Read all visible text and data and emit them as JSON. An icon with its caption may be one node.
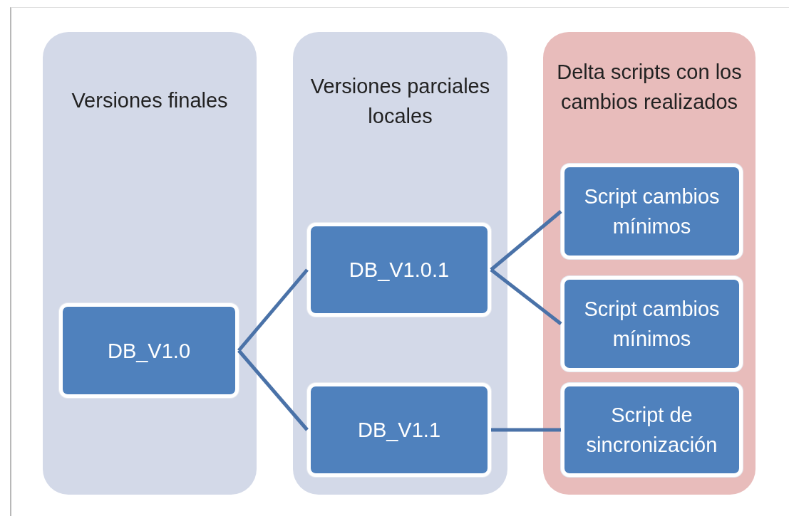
{
  "diagram": {
    "nodes": [
      {
        "text": [
          "Versiones finales"
        ]
      },
      {
        "text": [
          "Versiones parciales locales"
        ]
      },
      {
        "text": [
          "Delta scripts con los cambios realizados"
        ]
      },
      {
        "text": [
          "DB_V1.0"
        ],
        "in": 0
      },
      {
        "text": [
          "DB_V1.0.1"
        ],
        "in": 1
      },
      {
        "text": [
          "DB_V1.1"
        ],
        "in": 1
      },
      {
        "text": [
          "Script cambios mínimos"
        ],
        "in": 2
      },
      {
        "text": [
          "Script cambios mínimos"
        ],
        "in": 2
      },
      {
        "text": [
          "Script de sincronización"
        ],
        "in": 2
      }
    ],
    "edges": [
      {
        "from": 3,
        "to": 4,
        "arrow": "none"
      },
      {
        "from": 3,
        "to": 5,
        "arrow": "none"
      },
      {
        "from": 4,
        "to": 6,
        "arrow": "none"
      },
      {
        "from": 4,
        "to": 7,
        "arrow": "none"
      },
      {
        "from": 5,
        "to": 8,
        "arrow": "none"
      }
    ]
  }
}
